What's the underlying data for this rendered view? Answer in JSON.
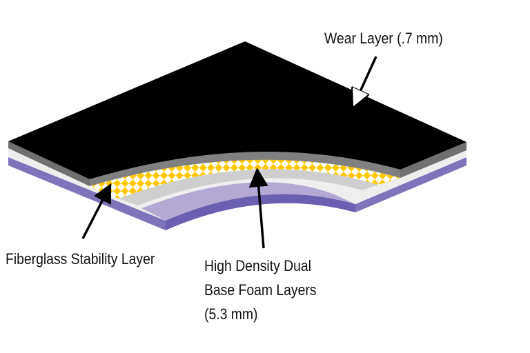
{
  "labels": {
    "wear": "Wear Layer (.7 mm)",
    "fiberglass": "Fiberglass Stability Layer",
    "foam_line1": "High Density Dual",
    "foam_line2": "Base Foam Layers",
    "foam_line3": "(5.3 mm)"
  },
  "colors": {
    "wear_top": "#000000",
    "wear_edge": "#808080",
    "white_layer": "#eeeeee",
    "foam_top": "#cfcfcf",
    "fiberglass": "#ffc800",
    "purple_light": "#b4a8d4",
    "purple_dark": "#6a5fb0"
  }
}
